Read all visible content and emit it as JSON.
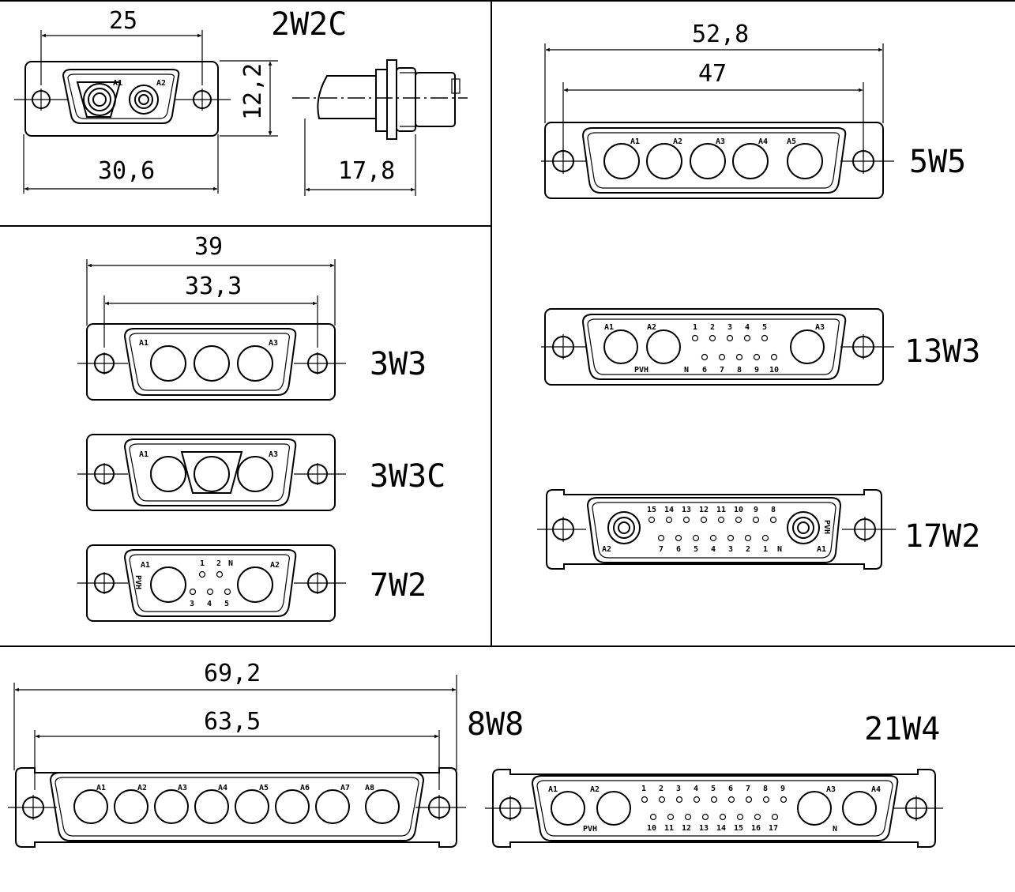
{
  "connectors": [
    {
      "name": "2W2C",
      "contacts": [
        "A1",
        "A2"
      ],
      "dims": [
        "25",
        "30,6",
        "12,2",
        "17,8"
      ]
    },
    {
      "name": "5W5",
      "contacts": [
        "A1",
        "A2",
        "A3",
        "A4",
        "A5"
      ],
      "dims": [
        "52,8",
        "47"
      ]
    },
    {
      "name": "3W3",
      "contacts": [
        "A1",
        "A3"
      ],
      "dims": [
        "39",
        "33,3"
      ]
    },
    {
      "name": "3W3C",
      "contacts": [
        "A1",
        "A3"
      ]
    },
    {
      "name": "7W2",
      "contacts": [
        "A1",
        "A2"
      ],
      "signal_pins": [
        "1",
        "2",
        "N",
        "3",
        "4",
        "5"
      ],
      "marking": "PVH"
    },
    {
      "name": "13W3",
      "contacts": [
        "A1",
        "A2",
        "A3"
      ],
      "signal_pins": [
        "1",
        "2",
        "3",
        "4",
        "5",
        "6",
        "7",
        "8",
        "9",
        "10"
      ],
      "markings": [
        "PVH",
        "N"
      ]
    },
    {
      "name": "17W2",
      "contacts": [
        "A2",
        "A1"
      ],
      "signal_pins_top": [
        "15",
        "14",
        "13",
        "12",
        "11",
        "10",
        "9",
        "8"
      ],
      "signal_pins_bottom": [
        "7",
        "6",
        "5",
        "4",
        "3",
        "2",
        "1",
        "N"
      ],
      "marking": "PVH"
    },
    {
      "name": "8W8",
      "contacts": [
        "A1",
        "A2",
        "A3",
        "A4",
        "A5",
        "A6",
        "A7",
        "A8"
      ],
      "dims": [
        "69,2",
        "63,5"
      ]
    },
    {
      "name": "21W4",
      "contacts": [
        "A1",
        "A2",
        "A3",
        "A4"
      ],
      "signal_pins_top": [
        "1",
        "2",
        "3",
        "4",
        "5",
        "6",
        "7",
        "8",
        "9"
      ],
      "signal_pins_bottom": [
        "10",
        "11",
        "12",
        "13",
        "14",
        "15",
        "16",
        "17"
      ],
      "markings": [
        "PVH",
        "N"
      ]
    }
  ]
}
